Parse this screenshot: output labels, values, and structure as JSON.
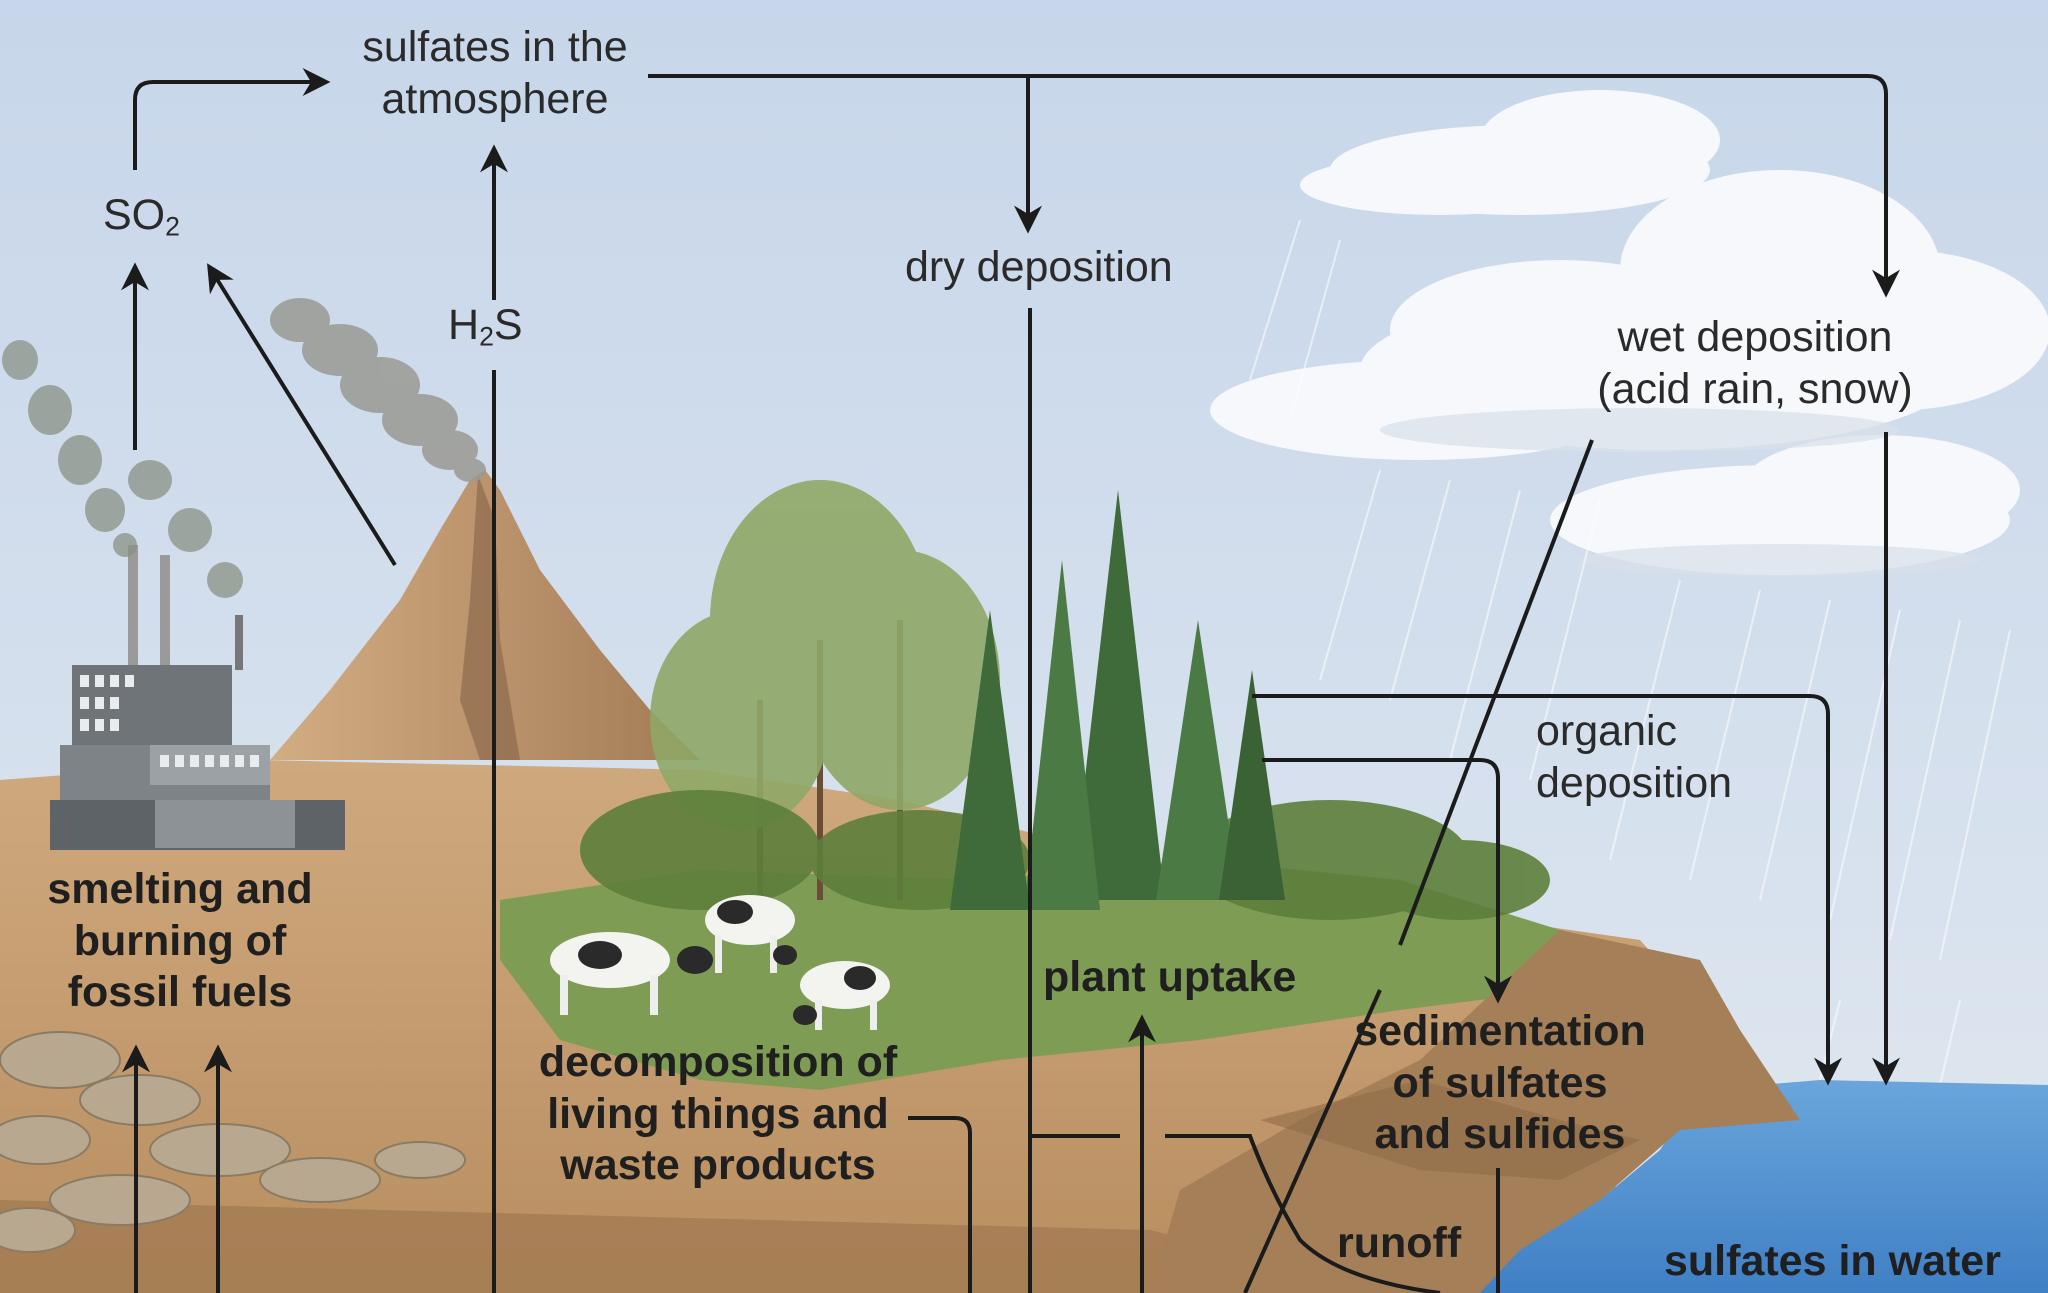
{
  "labels": {
    "sulfates_atmosphere_1": "sulfates in the",
    "sulfates_atmosphere_2": "atmosphere",
    "so2_main": "SO",
    "so2_sub": "2",
    "h2s_main": "H",
    "h2s_sub": "2",
    "h2s_end": "S",
    "dry_deposition": "dry deposition",
    "wet_deposition_1": "wet deposition",
    "wet_deposition_2": "(acid rain, snow)",
    "organic_deposition_1": "organic",
    "organic_deposition_2": "deposition",
    "smelting_1": "smelting and",
    "smelting_2": "burning of",
    "smelting_3": "fossil fuels",
    "plant_uptake": "plant uptake",
    "decomposition_1": "decomposition of",
    "decomposition_2": "living things and",
    "decomposition_3": "waste products",
    "sedimentation_1": "sedimentation",
    "sedimentation_2": "of sulfates",
    "sedimentation_3": "and sulfides",
    "runoff": "runoff",
    "sulfates_water": "sulfates in water"
  },
  "colors": {
    "sky_top": "#c9d8ec",
    "sky_bottom": "#dde6f0",
    "ground": "#c9a47a",
    "grass": "#7f9c55",
    "water": "#4d8fd1",
    "arrow": "#1b1b1b",
    "text": "#2a2a2a"
  }
}
